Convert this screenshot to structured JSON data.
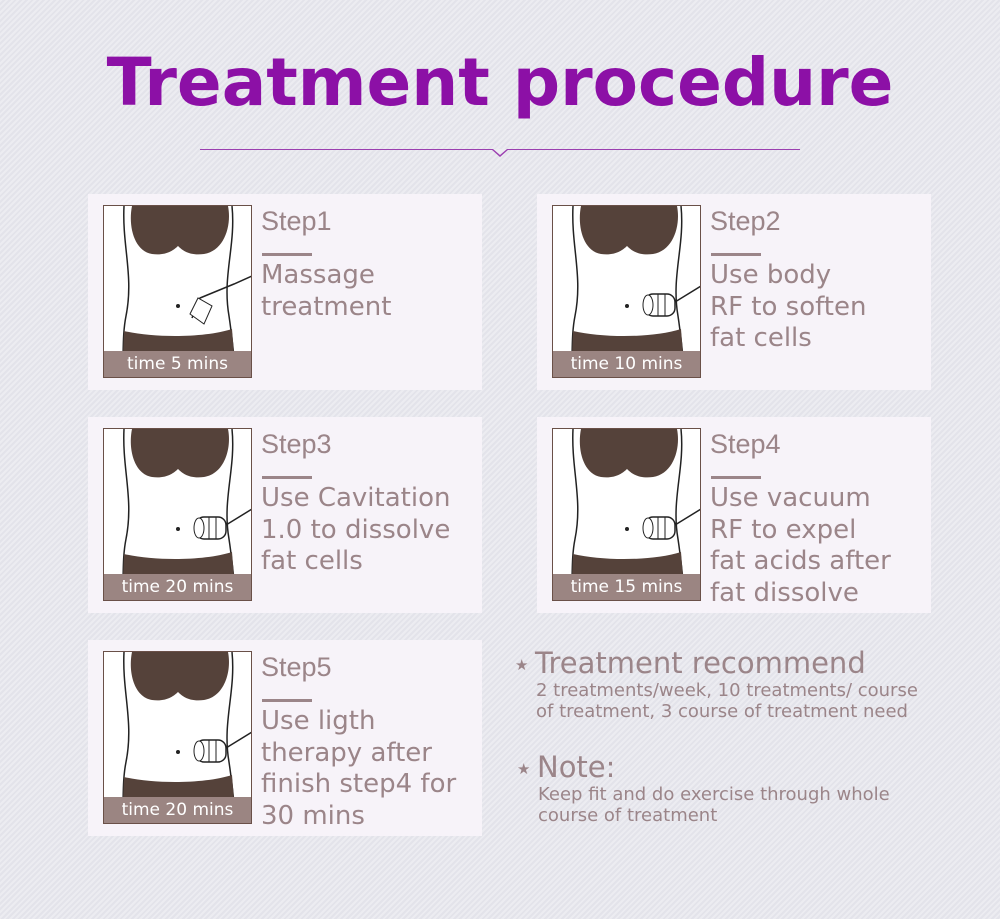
{
  "title": "Treatment procedure",
  "steps": [
    {
      "step": "Step1",
      "text": "Massage\ntreatment",
      "time": "time 5 mins",
      "tool": "hand"
    },
    {
      "step": "Step2",
      "text": "Use body\nRF to soften\nfat cells",
      "time": "time 10 mins",
      "tool": "device"
    },
    {
      "step": "Step3",
      "text": "Use Cavitation\n1.0 to dissolve\nfat cells",
      "time": "time 20 mins",
      "tool": "device"
    },
    {
      "step": "Step4",
      "text": "Use vacuum\nRF to expel\nfat acids after\nfat dissolve",
      "time": "time 15 mins",
      "tool": "device"
    },
    {
      "step": "Step5",
      "text": "Use ligth\ntherapy after\nfinish step4 for\n30 mins",
      "time": "time 20 mins",
      "tool": "device"
    }
  ],
  "recommend": {
    "heading": "Treatment recommend",
    "text": "2 treatments/week, 10 treatments/ course\nof treatment, 3 course of treatment need"
  },
  "note": {
    "heading": "Note:",
    "text": "Keep fit and do exercise through whole\ncourse of treatment"
  },
  "colors": {
    "title": "#8c10a6",
    "text": "#9b8589",
    "garment": "#55423a"
  }
}
